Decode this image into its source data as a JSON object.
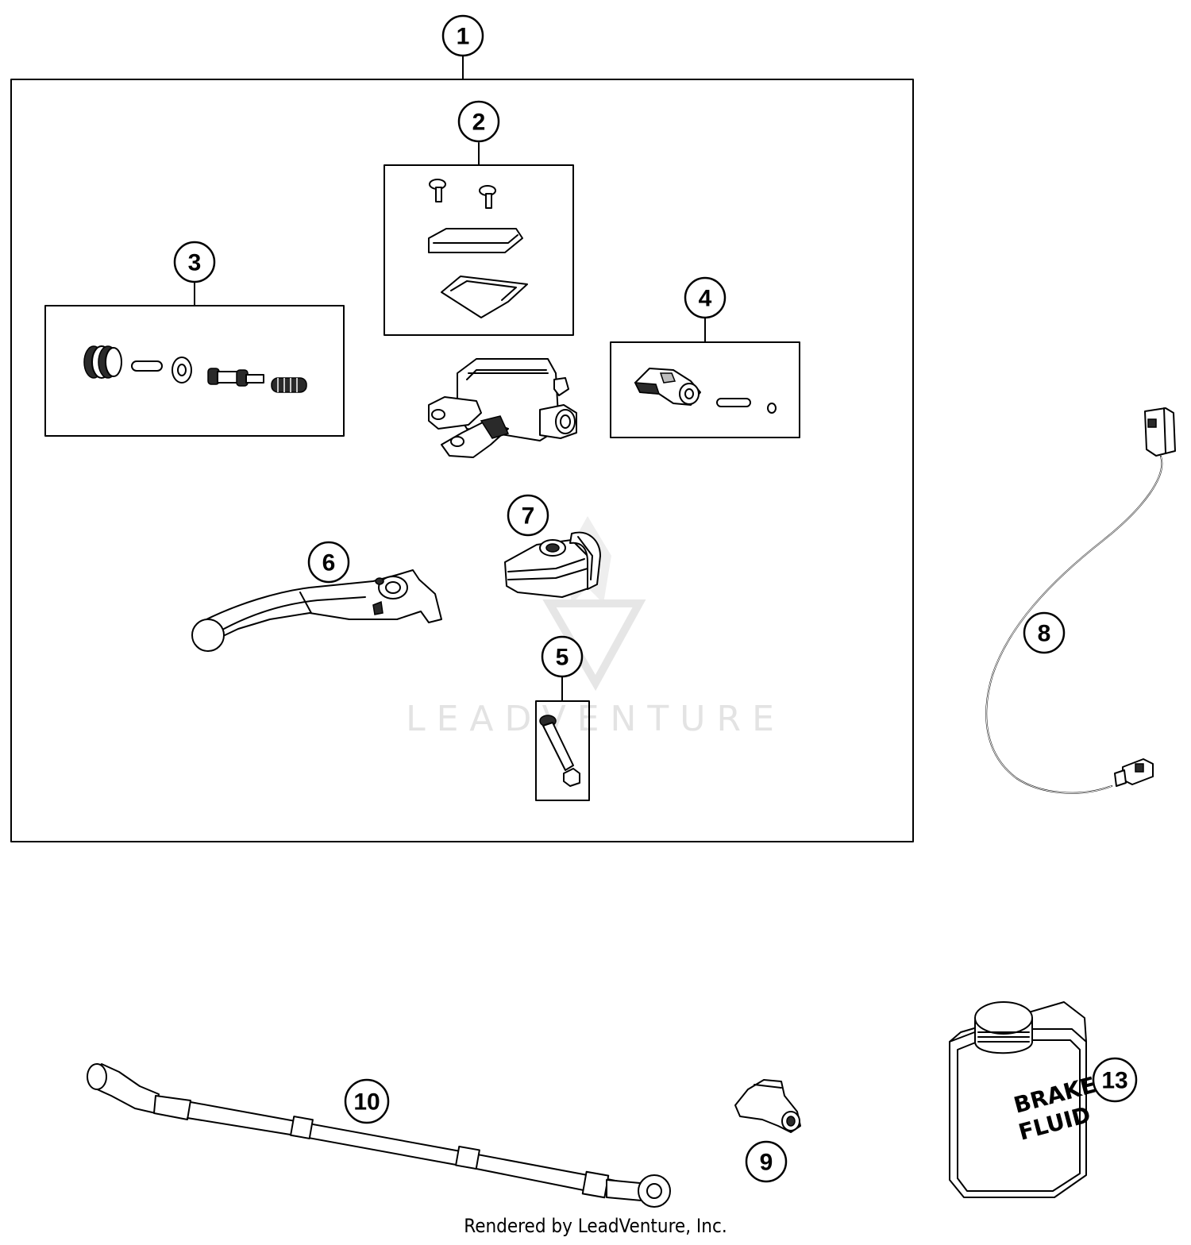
{
  "watermark": {
    "text": "LEADVENTURE"
  },
  "callouts": {
    "c1": "1",
    "c2": "2",
    "c3": "3",
    "c4": "4",
    "c5": "5",
    "c6": "6",
    "c7": "7",
    "c8": "8",
    "c9": "9",
    "c10": "10",
    "c13": "13"
  },
  "bottle_label": {
    "line1": "BRAKE",
    "line2": "FLUID"
  },
  "footer": {
    "text": "Rendered by LeadVenture, Inc."
  }
}
